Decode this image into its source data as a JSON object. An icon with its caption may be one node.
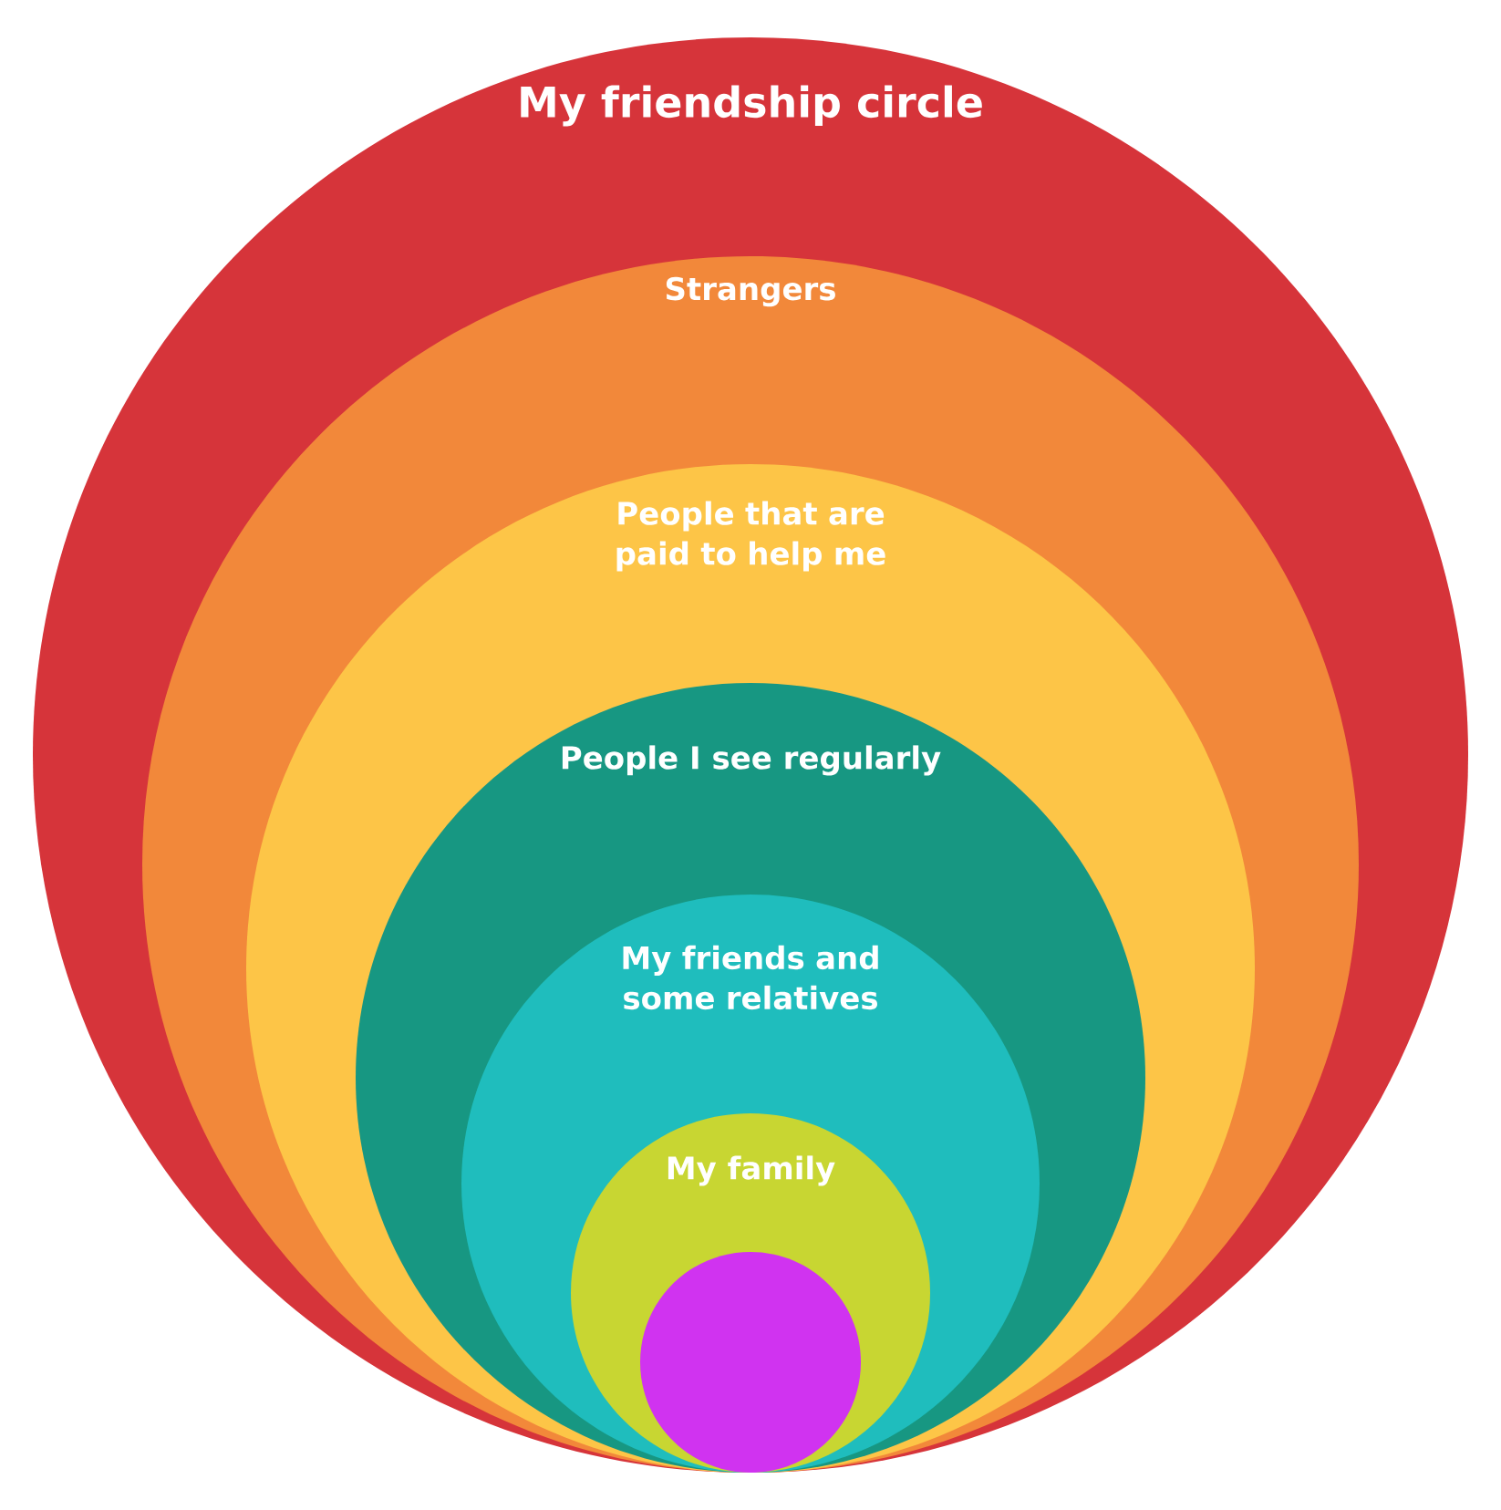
{
  "diagram": {
    "nodes": [
      {
        "text": [
          "My friendship circle"
        ]
      },
      {
        "text": [
          "Strangers"
        ],
        "in": 0
      },
      {
        "text": [
          "People that are paid to help me"
        ],
        "in": 1
      },
      {
        "text": [
          "People I see regularly"
        ],
        "in": 2
      },
      {
        "text": [
          "My friends and some relatives"
        ],
        "in": 3
      },
      {
        "text": [
          "My family"
        ],
        "in": 4
      },
      {
        "text": [],
        "shape": "circle",
        "in": 5
      }
    ]
  }
}
